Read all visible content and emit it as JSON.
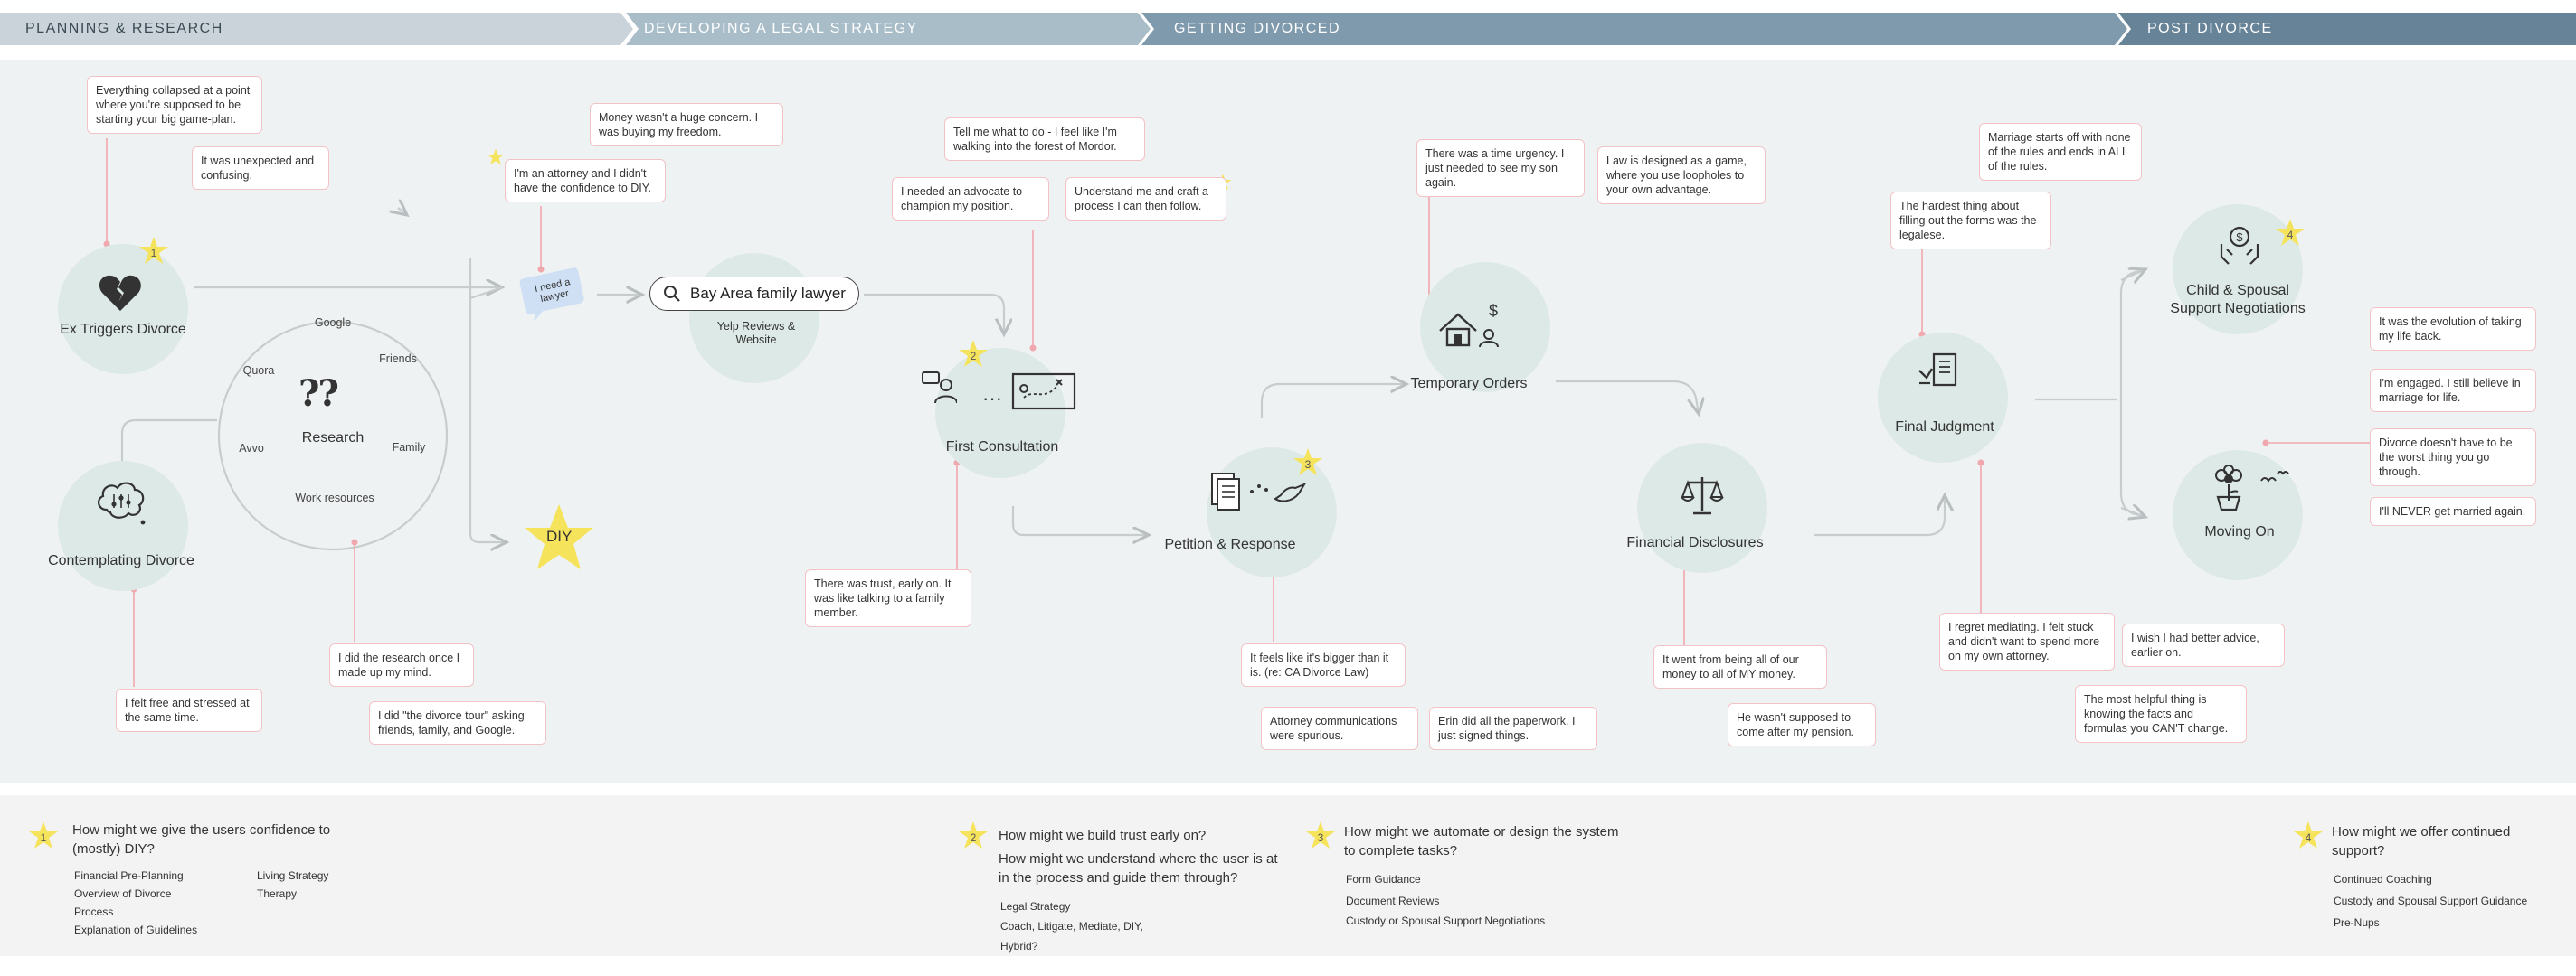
{
  "phases": [
    "PLANNING & RESEARCH",
    "DEVELOPING A LEGAL STRATEGY",
    "GETTING DIVORCED",
    "POST DIVORCE"
  ],
  "stages": {
    "ex_triggers": "Ex Triggers Divorce",
    "contemplating": "Contemplating Divorce",
    "research": "Research",
    "diy": "DIY",
    "first_consultation": "First Consultation",
    "petition": "Petition & Response",
    "temporary_orders": "Temporary Orders",
    "financial_disclosures": "Financial Disclosures",
    "final_judgment": "Final Judgment",
    "child_spousal": "Child & Spousal Support Negotiations",
    "moving_on": "Moving On"
  },
  "research_ring": [
    "Google",
    "Friends",
    "Quora",
    "Avvo",
    "Family",
    "Work resources"
  ],
  "research_icon_text": "??",
  "speech_bubble": "I need a lawyer",
  "search": {
    "query": "Bay Area family lawyer",
    "results": "Yelp Reviews & Website"
  },
  "star_numbers": [
    "1",
    "2",
    "3",
    "4"
  ],
  "quotes": {
    "q1": "Everything collapsed at a point where you're supposed to be starting your big game-plan.",
    "q2": "It was unexpected and confusing.",
    "q3": "Money wasn't a huge concern. I was buying my freedom.",
    "q4": "I'm an attorney and I didn't have the confidence to DIY.",
    "q5": "I felt free and stressed at the same time.",
    "q6": "I did the research once I made up my mind.",
    "q7": "I did \"the divorce tour\" asking friends, family, and Google.",
    "q8": "Tell me what to do - I feel like I'm walking into the forest of Mordor.",
    "q9": "I needed an advocate to champion my position.",
    "q10": "Understand me and craft a process I can then follow.",
    "q11": "There was trust, early on. It was like talking to a family member.",
    "q12": "There was a time urgency. I just needed to see my son again.",
    "q13": "Law is designed as a game, where you use loopholes to your own advantage.",
    "q14": "It feels like it's bigger than it is. (re: CA Divorce Law)",
    "q15": "Attorney communications were spurious.",
    "q16": "Erin did all the paperwork. I just signed things.",
    "q17": "It went from being all of our money to all of MY money.",
    "q18": "He wasn't supposed to come after my pension.",
    "q19": "Marriage starts off with none of the rules and ends in ALL of the rules.",
    "q20": "The hardest thing about filling out the forms was the legalese.",
    "q21": "I regret mediating. I felt stuck and didn't want to spend more on my own attorney.",
    "q22": "I wish I had better advice, earlier on.",
    "q23": "The most helpful thing is knowing the facts and formulas you CAN'T change.",
    "q24": "It was the evolution of taking my life back.",
    "q25": "I'm engaged. I still believe in marriage for life.",
    "q26": "Divorce doesn't have to be the worst thing you go through.",
    "q27": "I'll NEVER get married again."
  },
  "footer": {
    "f1": {
      "num": "1",
      "question": "How might we give the users confidence to (mostly) DIY?",
      "col1": [
        "Financial Pre-Planning",
        "Overview of Divorce",
        "Process",
        "Explanation of Guidelines"
      ],
      "col2": [
        "Living Strategy",
        "Therapy"
      ]
    },
    "f2": {
      "num": "2",
      "question1": "How might we build trust early on?",
      "question2": "How might we understand where the user is at in the process and guide them through?",
      "items": [
        "Legal Strategy",
        "Coach, Litigate, Mediate, DIY,",
        "Hybrid?"
      ]
    },
    "f3": {
      "num": "3",
      "question": "How might we automate or design the system to complete tasks?",
      "items": [
        "Form Guidance",
        "Document Reviews",
        "Custody or Spousal Support Negotiations"
      ]
    },
    "f4": {
      "num": "4",
      "question": "How might we offer continued support?",
      "items": [
        "Continued Coaching",
        "Custody and Spousal Support Guidance",
        "Pre-Nups"
      ]
    }
  },
  "colors": {
    "circle": "#dde9e6",
    "note_border": "#f2c3c6",
    "connector": "#f0a7ad",
    "star": "#f5e35c",
    "arrow": "#c7cccd"
  }
}
